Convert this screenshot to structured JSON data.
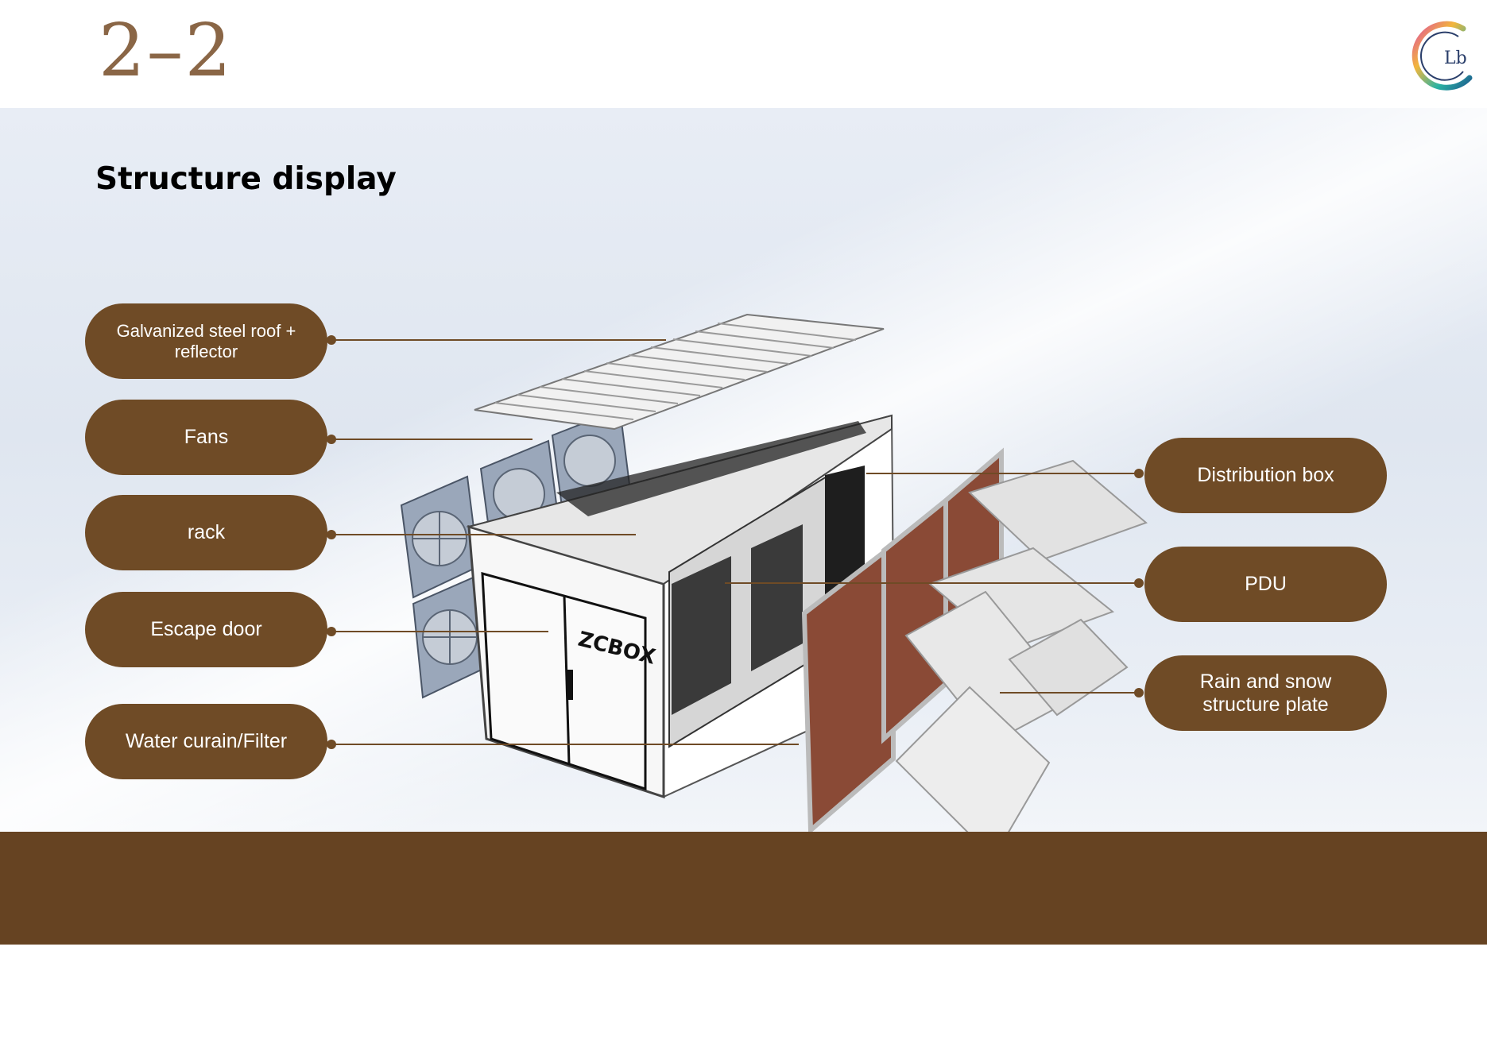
{
  "page": {
    "number": "2–2",
    "title": "Structure display",
    "logo_text": "Lb"
  },
  "labels_left": [
    {
      "id": "roof",
      "text": "Galvanized steel roof + reflector"
    },
    {
      "id": "fans",
      "text": "Fans"
    },
    {
      "id": "rack",
      "text": "rack"
    },
    {
      "id": "door",
      "text": "Escape door"
    },
    {
      "id": "water",
      "text": "Water curain/Filter"
    }
  ],
  "labels_right": [
    {
      "id": "distribution",
      "text": "Distribution box"
    },
    {
      "id": "pdu",
      "text": "PDU"
    },
    {
      "id": "rain",
      "text": "Rain and snow structure plate"
    }
  ],
  "illustration": {
    "door_brand": "ZCBOX"
  },
  "colors": {
    "accent_brown": "#6f4b26",
    "footer_brown": "#664322",
    "page_number": "#8a6646",
    "leader_line": "#6f4b26"
  }
}
